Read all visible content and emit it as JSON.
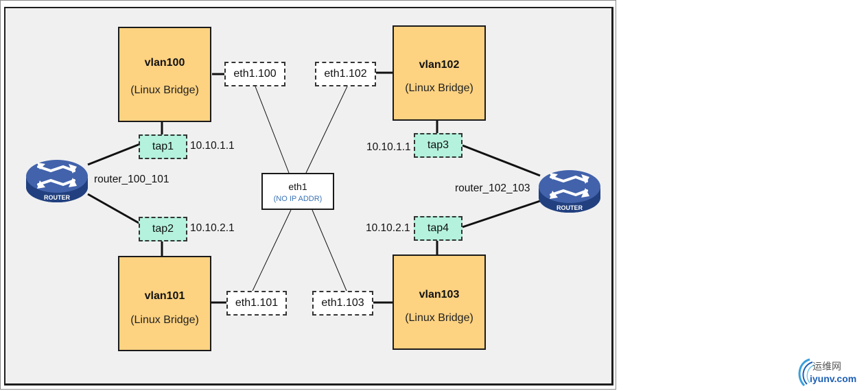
{
  "diagram": {
    "type": "network-topology",
    "bridges": [
      {
        "id": "vlan100",
        "name": "vlan100",
        "kind": "(Linux Bridge)"
      },
      {
        "id": "vlan101",
        "name": "vlan101",
        "kind": "(Linux Bridge)"
      },
      {
        "id": "vlan102",
        "name": "vlan102",
        "kind": "(Linux Bridge)"
      },
      {
        "id": "vlan103",
        "name": "vlan103",
        "kind": "(Linux Bridge)"
      }
    ],
    "vlan_interfaces": [
      {
        "id": "eth1.100",
        "label": "eth1.100"
      },
      {
        "id": "eth1.101",
        "label": "eth1.101"
      },
      {
        "id": "eth1.102",
        "label": "eth1.102"
      },
      {
        "id": "eth1.103",
        "label": "eth1.103"
      }
    ],
    "taps": [
      {
        "id": "tap1",
        "label": "tap1",
        "ip": "10.10.1.1"
      },
      {
        "id": "tap2",
        "label": "tap2",
        "ip": "10.10.2.1"
      },
      {
        "id": "tap3",
        "label": "tap3",
        "ip": "10.10.1.1"
      },
      {
        "id": "tap4",
        "label": "tap4",
        "ip": "10.10.2.1"
      }
    ],
    "physical_interface": {
      "label": "eth1",
      "note": "(NO IP ADDR)"
    },
    "routers": [
      {
        "id": "router_100_101",
        "label": "router_100_101",
        "badge": "ROUTER"
      },
      {
        "id": "router_102_103",
        "label": "router_102_103",
        "badge": "ROUTER"
      }
    ],
    "links": [
      [
        "vlan100",
        "eth1.100"
      ],
      [
        "vlan101",
        "eth1.101"
      ],
      [
        "vlan102",
        "eth1.102"
      ],
      [
        "vlan103",
        "eth1.103"
      ],
      [
        "eth1.100",
        "eth1"
      ],
      [
        "eth1.101",
        "eth1"
      ],
      [
        "eth1.102",
        "eth1"
      ],
      [
        "eth1.103",
        "eth1"
      ],
      [
        "vlan100",
        "tap1"
      ],
      [
        "vlan101",
        "tap2"
      ],
      [
        "vlan102",
        "tap3"
      ],
      [
        "vlan103",
        "tap4"
      ],
      [
        "tap1",
        "router_100_101"
      ],
      [
        "tap2",
        "router_100_101"
      ],
      [
        "tap3",
        "router_102_103"
      ],
      [
        "tap4",
        "router_102_103"
      ]
    ],
    "colors": {
      "bridge_fill": "#fdd281",
      "tap_fill": "#b4f2dd",
      "router_blue": "#3f5fa8",
      "note_blue": "#3a73b5",
      "background": "#f0f0f0"
    }
  },
  "watermark": {
    "cn_text": "运维网",
    "en_text": "iyunv.com"
  }
}
